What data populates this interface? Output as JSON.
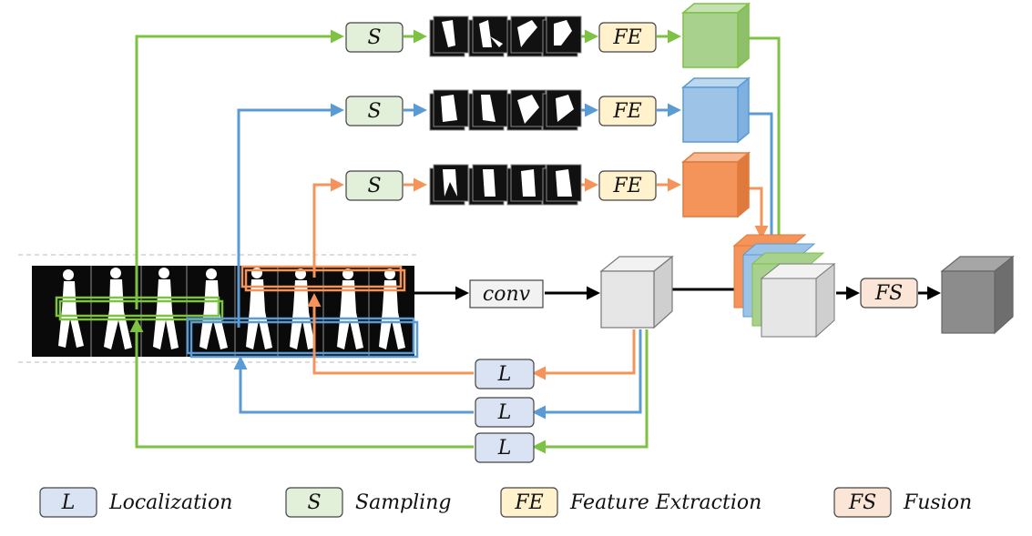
{
  "labels": {
    "sampling": "S",
    "feature_extraction": "FE",
    "localization": "L",
    "fusion": "FS",
    "conv": "conv"
  },
  "legend": [
    {
      "abbr": "L",
      "text": "Localization",
      "color": "#dae3f3"
    },
    {
      "abbr": "S",
      "text": "Sampling",
      "color": "#e2f0d9"
    },
    {
      "abbr": "FE",
      "text": "Feature Extraction",
      "color": "#fff2cc"
    },
    {
      "abbr": "FS",
      "text": "Fusion",
      "color": "#fbe5d6"
    }
  ],
  "colors": {
    "green": "#7dc242",
    "blue": "#5b9bd5",
    "orange": "#f4945a",
    "black": "#000000",
    "box_border": "#444444",
    "cube_green": "#a9d18e",
    "cube_blue": "#9dc3e6",
    "cube_orange": "#f4945a",
    "cube_gray": "#e6e6e6",
    "cube_dark": "#8c8c8c"
  }
}
